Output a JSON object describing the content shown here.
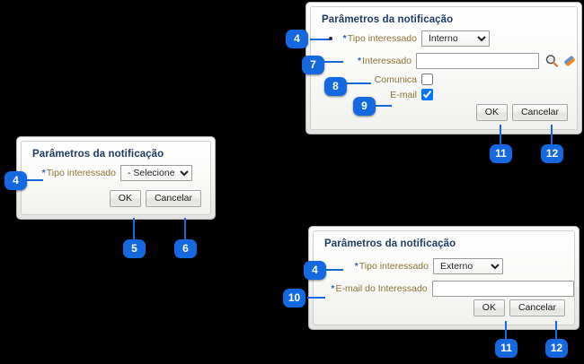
{
  "page": {
    "background_color": "#000000",
    "accent_color": "#1569e0",
    "title_color": "#1f3a66",
    "label_color": "#8a7233"
  },
  "dialogs": [
    {
      "id": "dialog-selecione",
      "title": "Parâmetros da notificação",
      "fields": [
        {
          "name": "tipo-interessado",
          "label": "Tipo interessado",
          "required": true,
          "type": "select",
          "value": "- Selecione -",
          "options": [
            "- Selecione -",
            "Interno",
            "Externo"
          ]
        }
      ],
      "buttons": [
        {
          "name": "ok-button",
          "label": "OK"
        },
        {
          "name": "cancelar-button",
          "label": "Cancelar"
        }
      ]
    },
    {
      "id": "dialog-interno",
      "title": "Parâmetros da notificação",
      "fields": [
        {
          "name": "tipo-interessado",
          "label": "Tipo interessado",
          "required": true,
          "type": "select",
          "value": "Interno",
          "options": [
            "- Selecione -",
            "Interno",
            "Externo"
          ]
        },
        {
          "name": "interessado",
          "label": "Interessado",
          "required": true,
          "type": "text",
          "value": "",
          "placeholder": ""
        },
        {
          "name": "comunica",
          "label": "Comunica",
          "required": false,
          "type": "checkbox",
          "checked": false
        },
        {
          "name": "email",
          "label": "E-mail",
          "required": false,
          "type": "checkbox",
          "checked": true
        }
      ],
      "icons": [
        {
          "name": "search-icon",
          "title": "Pesquisar"
        },
        {
          "name": "eraser-icon",
          "title": "Limpar"
        }
      ],
      "buttons": [
        {
          "name": "ok-button",
          "label": "OK"
        },
        {
          "name": "cancelar-button",
          "label": "Cancelar"
        }
      ]
    },
    {
      "id": "dialog-externo",
      "title": "Parâmetros da notificação",
      "fields": [
        {
          "name": "tipo-interessado",
          "label": "Tipo interessado",
          "required": true,
          "type": "select",
          "value": "Externo",
          "options": [
            "- Selecione -",
            "Interno",
            "Externo"
          ]
        },
        {
          "name": "email-do-interessado",
          "label": "E-mail do Interessado",
          "required": true,
          "type": "text",
          "value": "",
          "placeholder": ""
        }
      ],
      "buttons": [
        {
          "name": "ok-button",
          "label": "OK"
        },
        {
          "name": "cancelar-button",
          "label": "Cancelar"
        }
      ]
    }
  ],
  "callouts": [
    {
      "id": "c4a",
      "number": "4"
    },
    {
      "id": "c7",
      "number": "7"
    },
    {
      "id": "c8",
      "number": "8"
    },
    {
      "id": "c9",
      "number": "9"
    },
    {
      "id": "c11a",
      "number": "11"
    },
    {
      "id": "c12a",
      "number": "12"
    },
    {
      "id": "c4b",
      "number": "4"
    },
    {
      "id": "c5",
      "number": "5"
    },
    {
      "id": "c6",
      "number": "6"
    },
    {
      "id": "c4c",
      "number": "4"
    },
    {
      "id": "c10",
      "number": "10"
    },
    {
      "id": "c11b",
      "number": "11"
    },
    {
      "id": "c12b",
      "number": "12"
    }
  ],
  "marks": {
    "asterisk": "*"
  }
}
